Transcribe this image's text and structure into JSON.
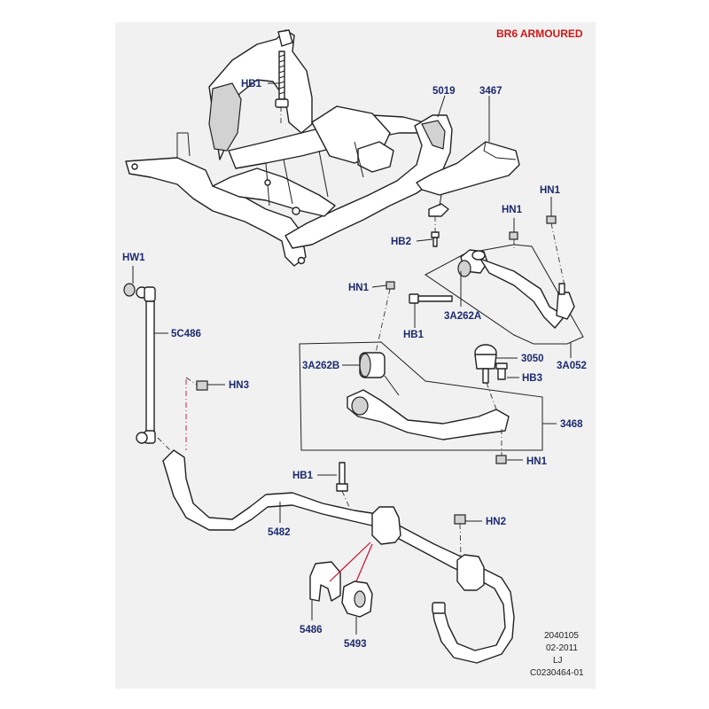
{
  "title": "BR6 ARMOURED",
  "colors": {
    "title": "#d01818",
    "label": "#1c2a6e",
    "background": "#f1f1f1",
    "ink": "#222222",
    "red_line": "#c8102e"
  },
  "callouts": {
    "hb1_top": "HB1",
    "p5019": "5019",
    "p3467": "3467",
    "hn1_right": "HN1",
    "hn1_mid": "HN1",
    "hb2": "HB2",
    "hw1": "HW1",
    "hn1_left": "HN1",
    "p3a262a": "3A262A",
    "hb1_mid": "HB1",
    "p5c486": "5C486",
    "p3a262b": "3A262B",
    "p3050": "3050",
    "p3a052": "3A052",
    "hn3": "HN3",
    "hb3": "HB3",
    "p3468": "3468",
    "hn1_low": "HN1",
    "hb1_low": "HB1",
    "p5482": "5482",
    "hn2": "HN2",
    "p5486": "5486",
    "p5493": "5493"
  },
  "footer": {
    "line1": "2040105",
    "line2": "02-2011",
    "line3": "LJ",
    "line4": "C0230464-01"
  }
}
